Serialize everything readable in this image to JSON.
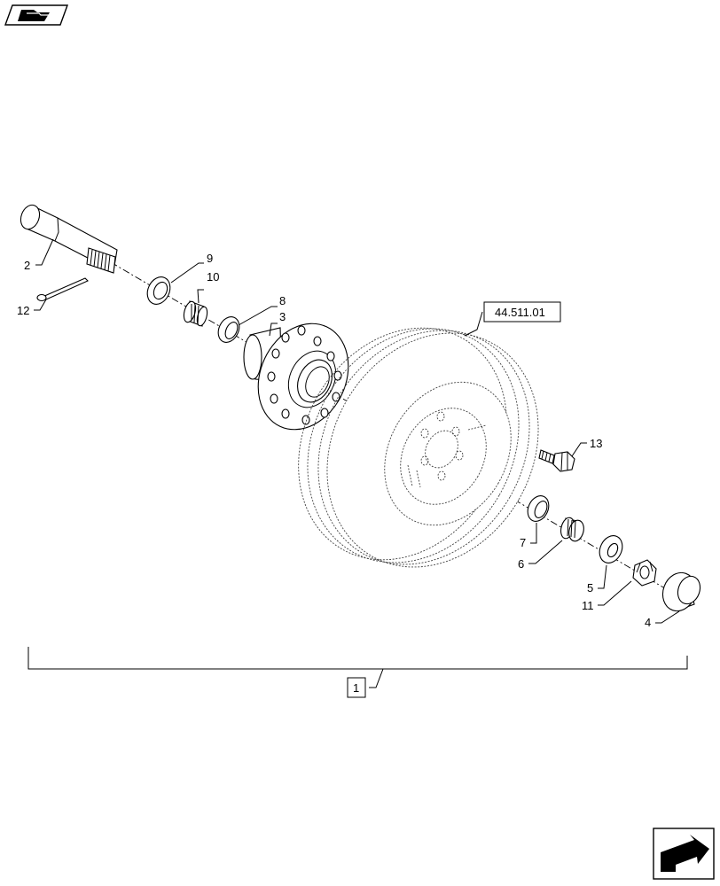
{
  "callouts": {
    "c1": "1",
    "c2": "2",
    "c3": "3",
    "c4": "4",
    "c5": "5",
    "c6": "6",
    "c7": "7",
    "c8": "8",
    "c9": "9",
    "c10": "10",
    "c11": "11",
    "c12": "12",
    "c13": "13",
    "ref_tire": "44.511.01"
  },
  "icons": {
    "top_left": "page-nav-icon",
    "bottom_right": "next-page-arrow-icon"
  }
}
